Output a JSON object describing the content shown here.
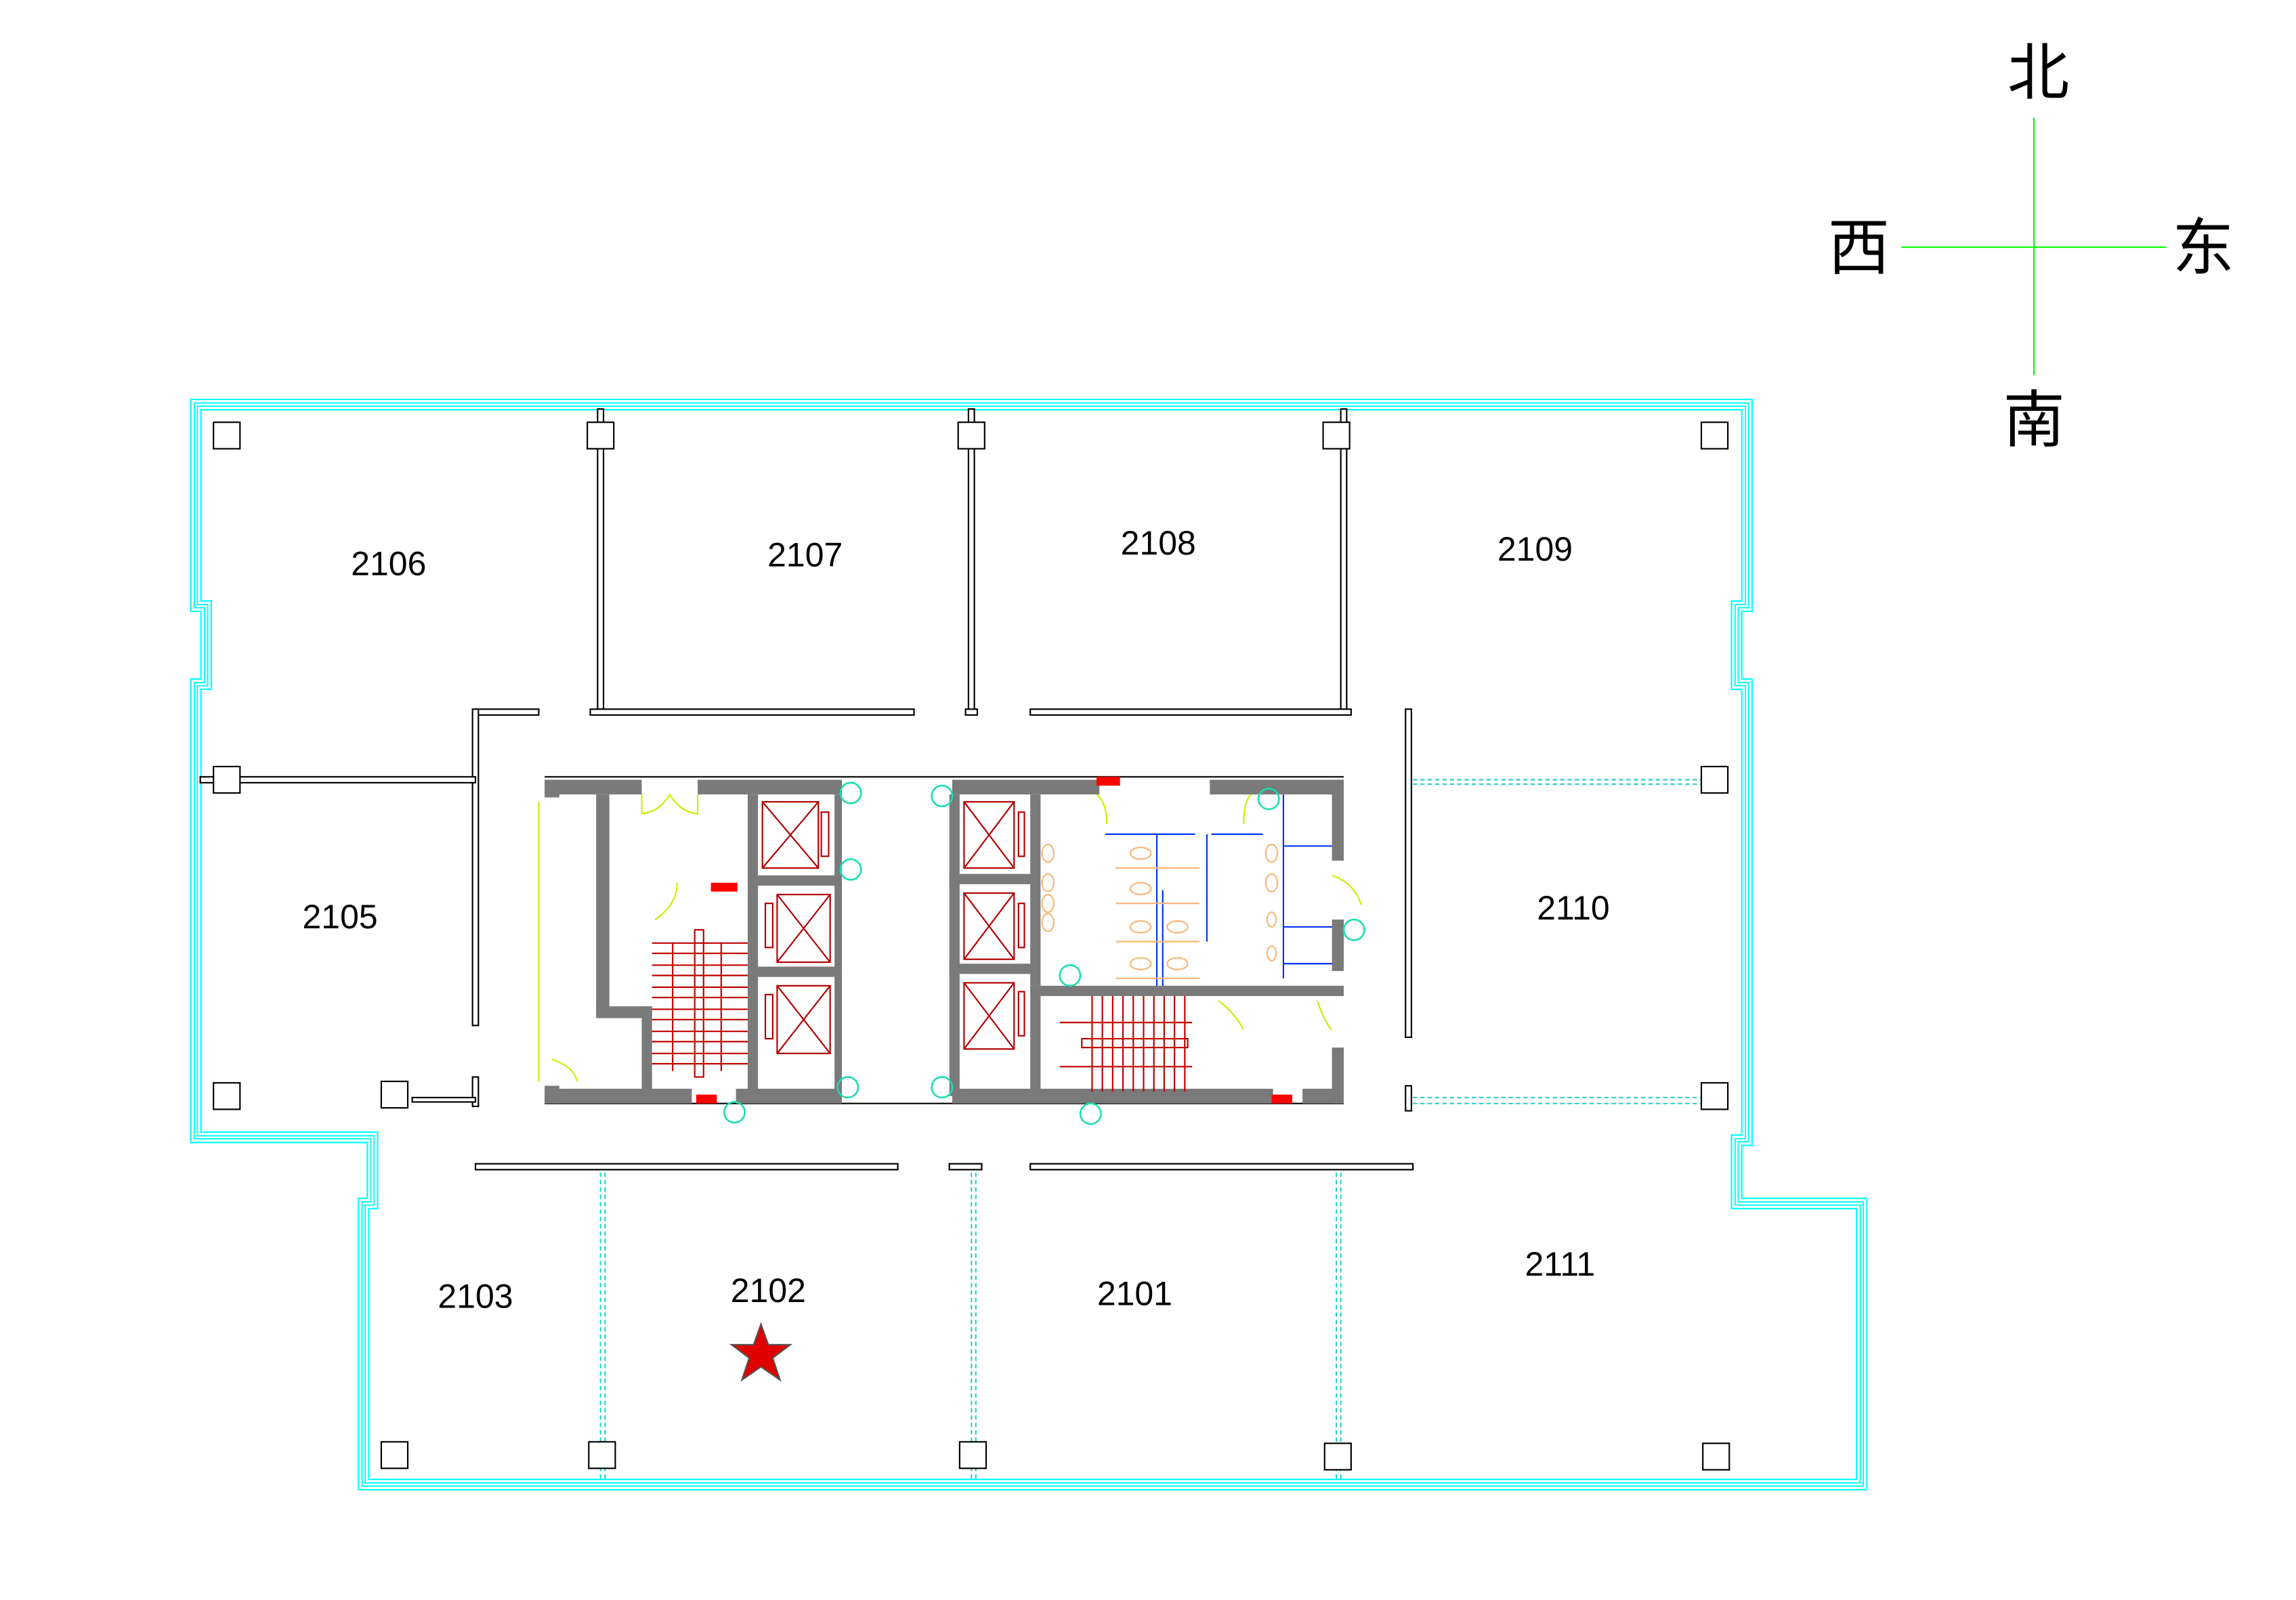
{
  "compass": {
    "north": "北",
    "south": "南",
    "east": "东",
    "west": "西"
  },
  "rooms": {
    "r2106": "2106",
    "r2107": "2107",
    "r2108": "2108",
    "r2109": "2109",
    "r2105": "2105",
    "r2110": "2110",
    "r2103": "2103",
    "r2102": "2102",
    "r2101": "2101",
    "r2111": "2111"
  },
  "marker": {
    "room": "2102",
    "icon": "star-icon",
    "color": "#e00000"
  },
  "colors": {
    "outline": "#00ffff",
    "walls": "#7a7a7a",
    "compass_lines": "#00ff00"
  }
}
